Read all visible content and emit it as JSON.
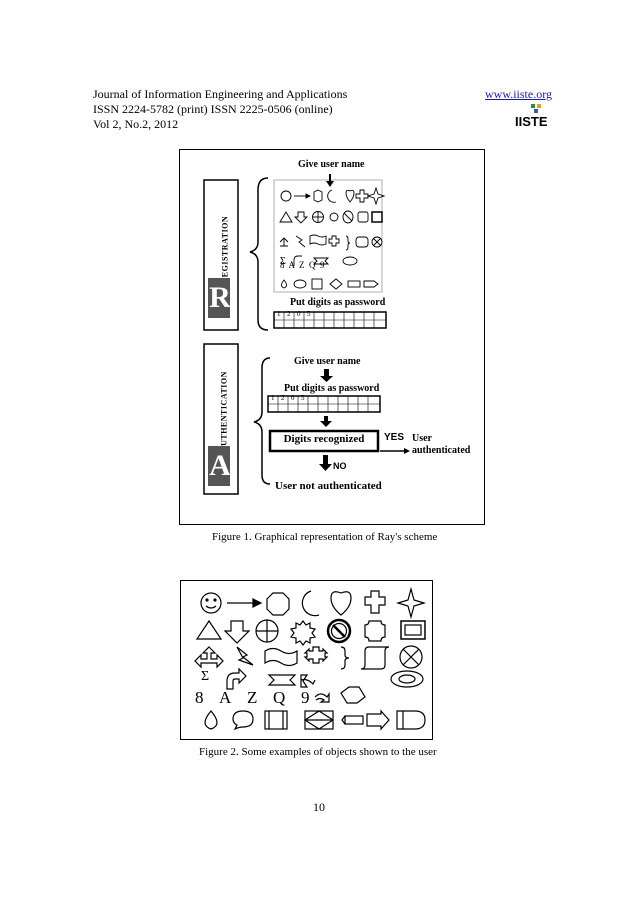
{
  "header": {
    "journal": "Journal of Information Engineering and Applications",
    "issn": "ISSN 2224-5782 (print) ISSN 2225-0506 (online)",
    "volume": "Vol 2, No.2, 2012",
    "url": "www.iiste.org",
    "logo_text": "IISTE"
  },
  "figure1": {
    "caption": "Figure 1. Graphical representation of Ray's scheme",
    "registration": {
      "side_label": "EGISTRATION",
      "side_letter": "R",
      "give_user_name": "Give user name",
      "object_row_text": "8  A  Z  Q  9",
      "put_digits": "Put digits as password",
      "password_digits": [
        "1",
        "2",
        "0",
        "5"
      ]
    },
    "authentication": {
      "side_label": "UTHENTICATION",
      "side_letter": "A",
      "give_user_name": "Give user name",
      "put_digits": "Put digits as password",
      "password_digits": [
        "1",
        "2",
        "0",
        "5"
      ],
      "digits_recognized": "Digits recognized",
      "yes": "YES",
      "user_authenticated": "User authenticated",
      "no": "NO",
      "user_not_authenticated": "User not authenticated"
    }
  },
  "figure2": {
    "caption": "Figure 2. Some examples of objects shown to the user",
    "sigma": "Σ",
    "letters": [
      "8",
      "A",
      "Z",
      "Q",
      "9"
    ]
  },
  "page_number": "10",
  "icons": [
    "smiley-icon",
    "arrow-right-icon",
    "octagon-icon",
    "crescent-icon",
    "heart-icon",
    "cross-icon",
    "four-point-star-icon",
    "triangle-icon",
    "down-arrow-icon",
    "circle-cross-icon",
    "sunburst-icon",
    "no-symbol-icon",
    "plaque-icon",
    "frame-icon",
    "three-way-arrow-icon",
    "lightning-icon",
    "wave-banner-icon",
    "puzzle-cross-icon",
    "brace-icon",
    "scroll-icon",
    "circle-x-icon",
    "u-turn-arrow-icon",
    "ribbon-icon",
    "ellipse-icon",
    "teardrop-icon",
    "speech-bubble-icon",
    "cube-icon",
    "diamond-icon",
    "cylinder-icon",
    "notched-arrow-icon",
    "rounded-tab-icon"
  ]
}
